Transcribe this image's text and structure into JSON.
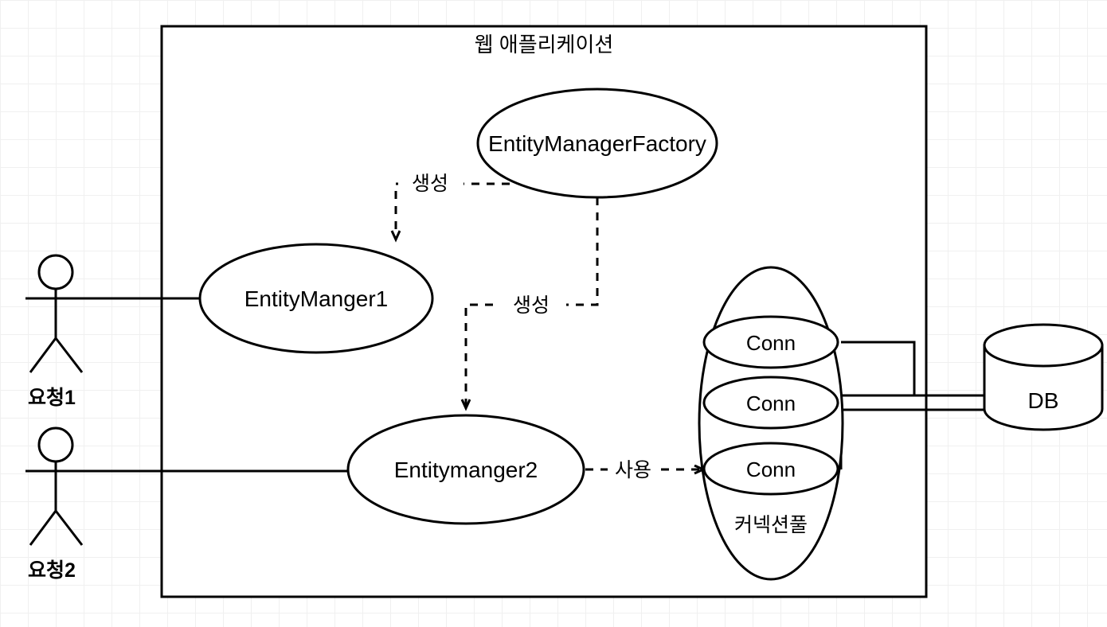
{
  "diagram": {
    "container": {
      "title": "웹 애플리케이션"
    },
    "actors": [
      {
        "label": "요청1"
      },
      {
        "label": "요청2"
      }
    ],
    "nodes": [
      {
        "id": "emf",
        "label": "EntityManagerFactory"
      },
      {
        "id": "em1",
        "label": "EntityManger1"
      },
      {
        "id": "em2",
        "label": "Entitymanger2"
      }
    ],
    "pool": {
      "label": "커넥션풀",
      "connections": [
        {
          "label": "Conn"
        },
        {
          "label": "Conn"
        },
        {
          "label": "Conn"
        }
      ]
    },
    "database": {
      "label": "DB"
    },
    "edges": [
      {
        "id": "emf-to-em1",
        "label": "생성",
        "style": "dashed",
        "arrow": "open"
      },
      {
        "id": "emf-to-em2",
        "label": "생성",
        "style": "dashed",
        "arrow": "open"
      },
      {
        "id": "em2-to-conn",
        "label": "사용",
        "style": "dashed",
        "arrow": "open"
      },
      {
        "id": "actor1-to-em1",
        "label": "",
        "style": "solid",
        "arrow": "none"
      },
      {
        "id": "actor2-to-em2",
        "label": "",
        "style": "solid",
        "arrow": "none"
      },
      {
        "id": "pool-to-db",
        "label": "",
        "style": "solid",
        "arrow": "none"
      }
    ],
    "colors": {
      "stroke": "#000000",
      "fill": "#ffffff",
      "grid_minor": "#f0f0f0",
      "grid_major": "#e6e6e6"
    }
  }
}
